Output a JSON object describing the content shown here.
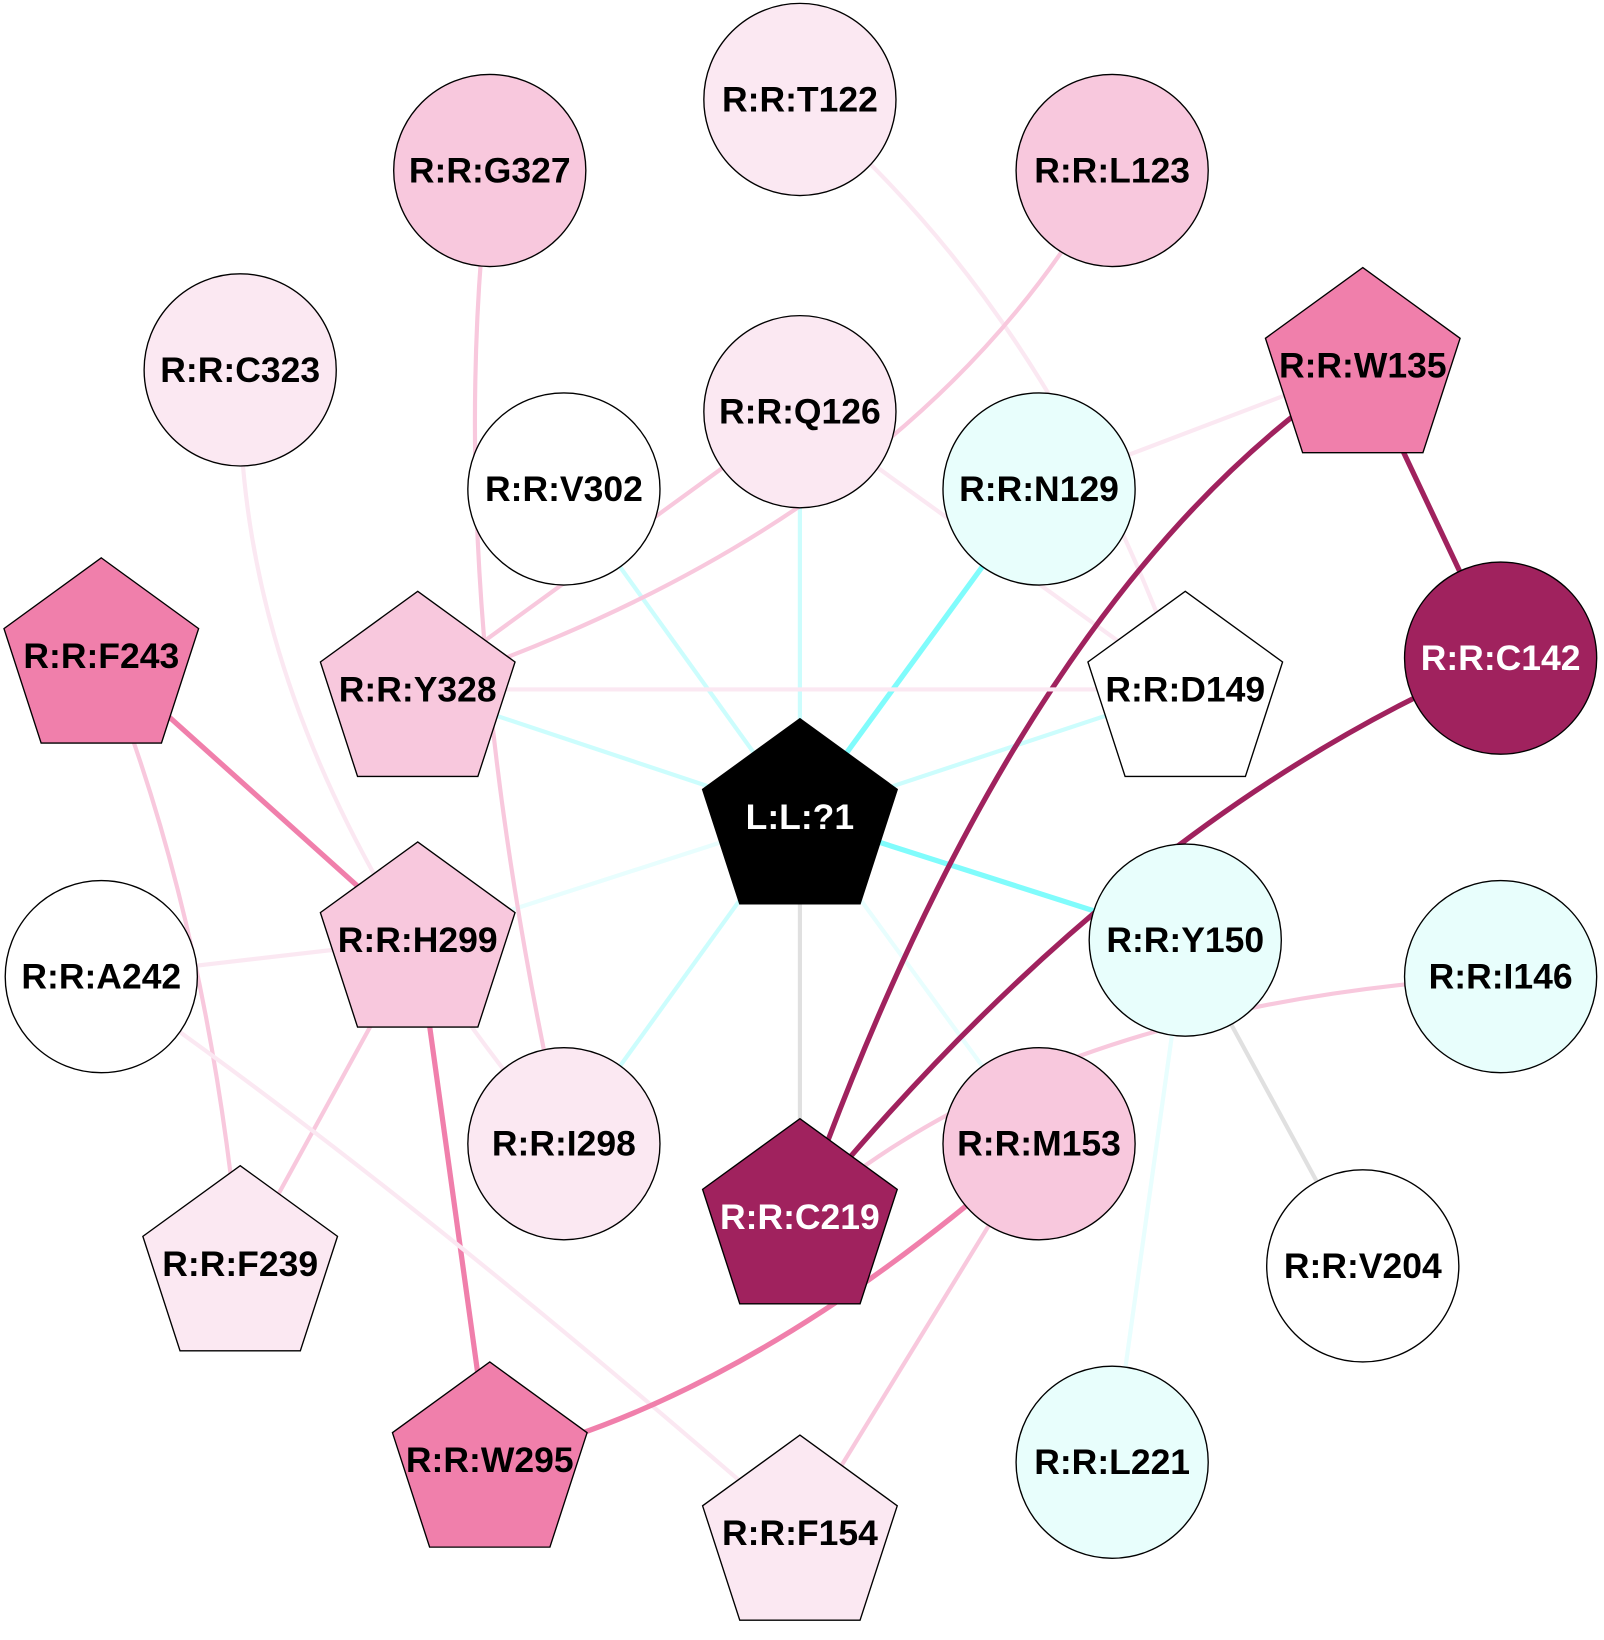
{
  "colors": {
    "ligand": "#000000",
    "dark": "#a0225e",
    "mid": "#f07fab",
    "pink": "#f8c8dd",
    "light_pink": "#fbe8f2",
    "light_cyan": "#e8fefc",
    "white": "#ffffff",
    "cyan_strong": "#80fcfc",
    "cyan_light": "#ccfdfd",
    "cyan_faint": "#e8fefe",
    "grey": "#e0e0e0"
  },
  "nodes": [
    {
      "id": "L:L:?1",
      "shape": "pentagon",
      "fill": "#000000",
      "text_color": "#ffffff"
    },
    {
      "id": "R:R:T122",
      "shape": "circle",
      "fill": "#fbe8f2"
    },
    {
      "id": "R:R:G327",
      "shape": "circle",
      "fill": "#f8c8dd"
    },
    {
      "id": "R:R:L123",
      "shape": "circle",
      "fill": "#f8c8dd"
    },
    {
      "id": "R:R:C323",
      "shape": "circle",
      "fill": "#fbe8f2"
    },
    {
      "id": "R:R:Q126",
      "shape": "circle",
      "fill": "#fbe8f2"
    },
    {
      "id": "R:R:V302",
      "shape": "circle",
      "fill": "#ffffff"
    },
    {
      "id": "R:R:N129",
      "shape": "circle",
      "fill": "#e8fefc"
    },
    {
      "id": "R:R:W135",
      "shape": "pentagon",
      "fill": "#f07fab"
    },
    {
      "id": "R:R:F243",
      "shape": "pentagon",
      "fill": "#f07fab"
    },
    {
      "id": "R:R:Y328",
      "shape": "pentagon",
      "fill": "#f8c8dd"
    },
    {
      "id": "R:R:D149",
      "shape": "pentagon",
      "fill": "#ffffff"
    },
    {
      "id": "R:R:C142",
      "shape": "circle",
      "fill": "#a0225e",
      "text_color": "#ffffff"
    },
    {
      "id": "R:R:H299",
      "shape": "pentagon",
      "fill": "#f8c8dd"
    },
    {
      "id": "R:R:A242",
      "shape": "circle",
      "fill": "#ffffff"
    },
    {
      "id": "R:R:Y150",
      "shape": "circle",
      "fill": "#e8fefc"
    },
    {
      "id": "R:R:I146",
      "shape": "circle",
      "fill": "#e8fefc"
    },
    {
      "id": "R:R:I298",
      "shape": "circle",
      "fill": "#fbe8f2"
    },
    {
      "id": "R:R:M153",
      "shape": "circle",
      "fill": "#f8c8dd"
    },
    {
      "id": "R:R:C219",
      "shape": "pentagon",
      "fill": "#a0225e",
      "text_color": "#ffffff"
    },
    {
      "id": "R:R:F239",
      "shape": "pentagon",
      "fill": "#fbe8f2"
    },
    {
      "id": "R:R:V204",
      "shape": "circle",
      "fill": "#ffffff"
    },
    {
      "id": "R:R:W295",
      "shape": "pentagon",
      "fill": "#f07fab"
    },
    {
      "id": "R:R:F154",
      "shape": "pentagon",
      "fill": "#fbe8f2"
    },
    {
      "id": "R:R:L221",
      "shape": "circle",
      "fill": "#e8fefc"
    }
  ],
  "edges": [
    {
      "from": "L:L:?1",
      "to": "R:R:V302",
      "color": "#ccfdfd"
    },
    {
      "from": "L:L:?1",
      "to": "R:R:Q126",
      "color": "#ccfdfd"
    },
    {
      "from": "L:L:?1",
      "to": "R:R:N129",
      "color": "#80fcfc"
    },
    {
      "from": "L:L:?1",
      "to": "R:R:Y328",
      "color": "#ccfdfd"
    },
    {
      "from": "L:L:?1",
      "to": "R:R:D149",
      "color": "#ccfdfd"
    },
    {
      "from": "L:L:?1",
      "to": "R:R:H299",
      "color": "#e8fefe"
    },
    {
      "from": "L:L:?1",
      "to": "R:R:Y150",
      "color": "#80fcfc"
    },
    {
      "from": "L:L:?1",
      "to": "R:R:I298",
      "color": "#ccfdfd"
    },
    {
      "from": "L:L:?1",
      "to": "R:R:C219",
      "color": "#e0e0e0"
    },
    {
      "from": "L:L:?1",
      "to": "R:R:M153",
      "color": "#e8fefe"
    },
    {
      "from": "R:R:T122",
      "to": "R:R:D149",
      "color": "#fbe8f2"
    },
    {
      "from": "R:R:G327",
      "to": "R:R:I298",
      "color": "#f8c8dd"
    },
    {
      "from": "R:R:L123",
      "to": "R:R:Y328",
      "color": "#f8c8dd"
    },
    {
      "from": "R:R:Q126",
      "to": "R:R:Y328",
      "color": "#f8c8dd"
    },
    {
      "from": "R:R:Q126",
      "to": "R:R:D149",
      "color": "#fbe8f2"
    },
    {
      "from": "R:R:C323",
      "to": "R:R:I298",
      "color": "#fbe8f2"
    },
    {
      "from": "R:R:W135",
      "to": "R:R:N129",
      "color": "#fbe8f2"
    },
    {
      "from": "R:R:W135",
      "to": "R:R:C142",
      "color": "#a0225e"
    },
    {
      "from": "R:R:W135",
      "to": "R:R:C219",
      "color": "#a0225e"
    },
    {
      "from": "R:R:C142",
      "to": "R:R:C219",
      "color": "#a0225e"
    },
    {
      "from": "R:R:Y328",
      "to": "R:R:D149",
      "color": "#fbe8f2"
    },
    {
      "from": "R:R:F243",
      "to": "R:R:H299",
      "color": "#f07fab"
    },
    {
      "from": "R:R:F243",
      "to": "R:R:F239",
      "color": "#f8c8dd"
    },
    {
      "from": "R:R:H299",
      "to": "R:R:A242",
      "color": "#fbe8f2"
    },
    {
      "from": "R:R:H299",
      "to": "R:R:F239",
      "color": "#f8c8dd"
    },
    {
      "from": "R:R:H299",
      "to": "R:R:W295",
      "color": "#f07fab"
    },
    {
      "from": "R:R:A242",
      "to": "R:R:F154",
      "color": "#fbe8f2"
    },
    {
      "from": "R:R:I146",
      "to": "R:R:C219",
      "color": "#f8c8dd"
    },
    {
      "from": "R:R:Y150",
      "to": "R:R:V204",
      "color": "#e0e0e0"
    },
    {
      "from": "R:R:Y150",
      "to": "R:R:L221",
      "color": "#e8fefe"
    },
    {
      "from": "R:R:M153",
      "to": "R:R:W295",
      "color": "#f07fab"
    },
    {
      "from": "R:R:M153",
      "to": "R:R:F154",
      "color": "#f8c8dd"
    }
  ]
}
